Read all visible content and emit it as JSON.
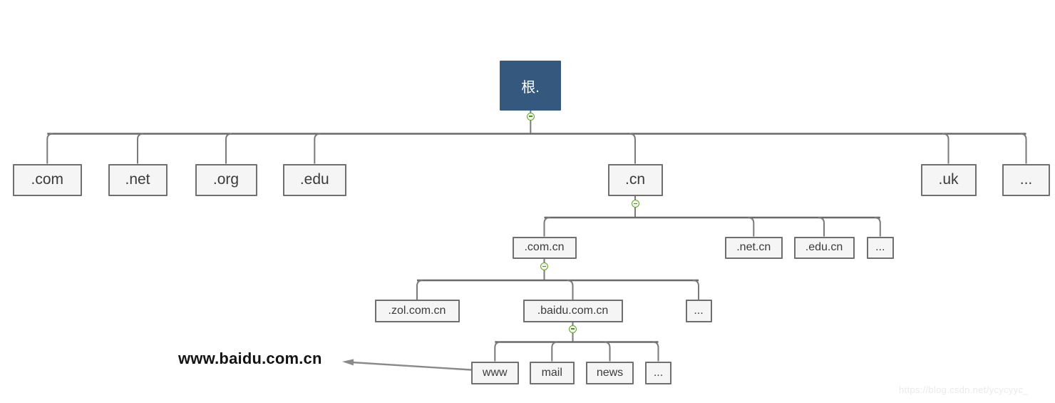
{
  "diagram": {
    "type": "tree",
    "description": "DNS domain name hierarchy",
    "tree": {
      "root": "根.",
      "level1": [
        ".com",
        ".net",
        ".org",
        ".edu",
        ".cn",
        ".uk",
        "..."
      ],
      "cn_children": [
        ".com.cn",
        ".net.cn",
        ".edu.cn",
        "..."
      ],
      "com_cn_children": [
        ".zol.com.cn",
        ".baidu.com.cn",
        "..."
      ],
      "baidu_children": [
        "www",
        "mail",
        "news",
        "..."
      ]
    },
    "annotation": {
      "label": "www.baidu.com.cn"
    },
    "colors": {
      "root_fill": "#35597E",
      "node_fill": "#F5F5F5",
      "node_border": "#6F6F6F",
      "connector": "#707070",
      "collapse_green": "#67A436",
      "arrow": "#8A8A8A"
    }
  },
  "watermark": {
    "text": "https://blog.csdn.net/ycycyyc_"
  }
}
